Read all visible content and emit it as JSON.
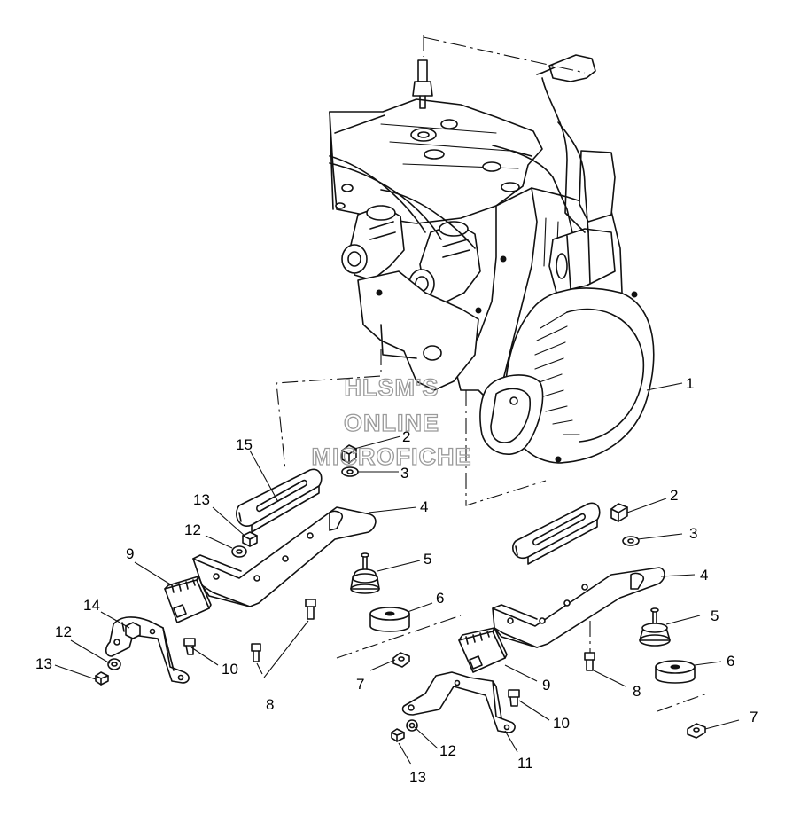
{
  "watermark": {
    "line1": "HLSM'S",
    "line2": "ONLINE",
    "line3": "MICROFICHE"
  },
  "callouts": {
    "c1": "1",
    "c2a": "2",
    "c2b": "2",
    "c3a": "3",
    "c3b": "3",
    "c4a": "4",
    "c4b": "4",
    "c5a": "5",
    "c5b": "5",
    "c6a": "6",
    "c6b": "6",
    "c7a": "7",
    "c7b": "7",
    "c8a": "8",
    "c8b": "8",
    "c9a": "9",
    "c9b": "9",
    "c10a": "10",
    "c10b": "10",
    "c11": "11",
    "c12a": "12",
    "c12b": "12",
    "c12c": "12",
    "c13a": "13",
    "c13b": "13",
    "c13c": "13",
    "c14": "14",
    "c15": "15"
  }
}
